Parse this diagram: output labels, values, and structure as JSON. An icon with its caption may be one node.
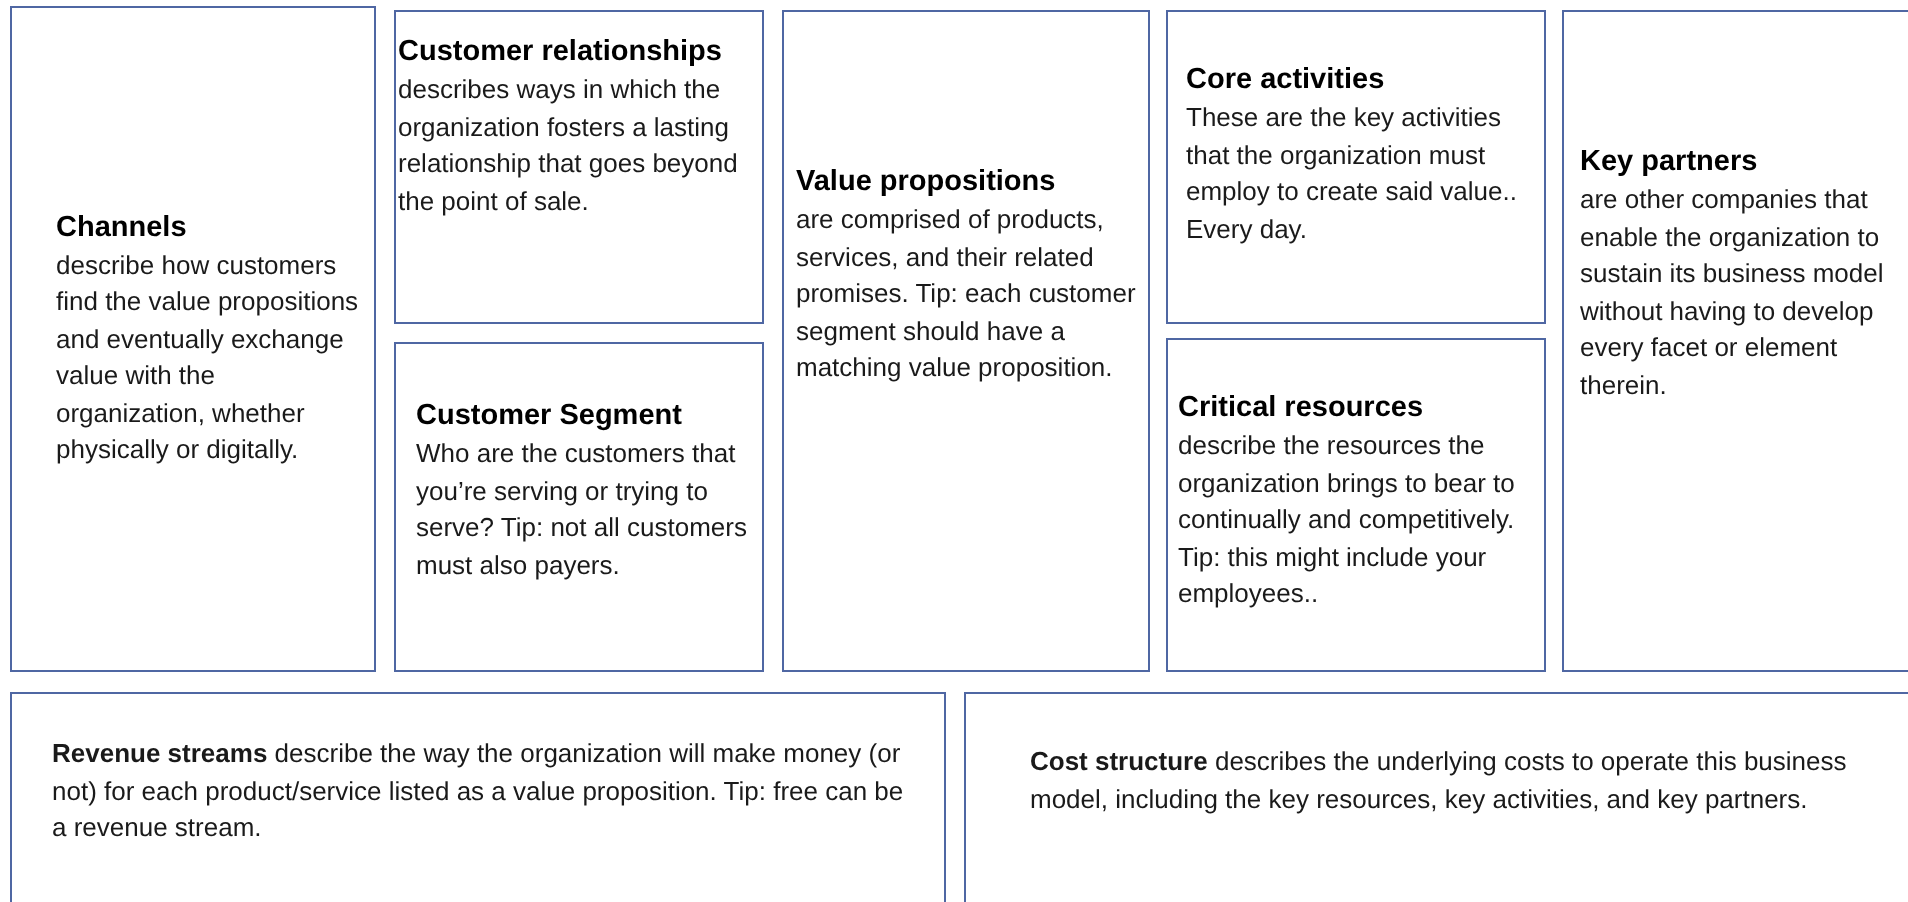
{
  "diagram": {
    "nodes": [
      {
        "text": [
          "Channels",
          "describe how customers find the value propositions and eventually exchange value with the organization, whether physically or digitally."
        ]
      },
      {
        "text": [
          "Customer relationships",
          "describes ways in which the organization fosters a lasting relationship that goes beyond the point of sale."
        ]
      },
      {
        "text": [
          "Customer Segment",
          "Who are the customers that you’re serving or trying to serve? Tip: not all customers must also payers."
        ]
      },
      {
        "text": [
          "Value propositions",
          "are comprised of products, services, and their related promises. Tip: each customer segment should have a matching value proposition."
        ]
      },
      {
        "text": [
          "Core activities",
          "These are the key activities that the organization must employ to create said value.. Every day."
        ]
      },
      {
        "text": [
          "Critical resources",
          "describe the resources the organization brings to bear to continually and competitively. Tip: this might include your employees.."
        ]
      },
      {
        "text": [
          "Key partners",
          "are other companies that enable the organization to sustain its business model without having to develop every facet or element therein."
        ]
      },
      {
        "text": [
          "**Revenue streams** describe the way the organization will make money (or not) for each product/service listed as a value proposition. Tip: free can be a revenue stream."
        ]
      },
      {
        "text": [
          "**Cost structure** describes the underlying costs to operate this business model, including the key resources, key activities, and key partners."
        ]
      }
    ]
  }
}
